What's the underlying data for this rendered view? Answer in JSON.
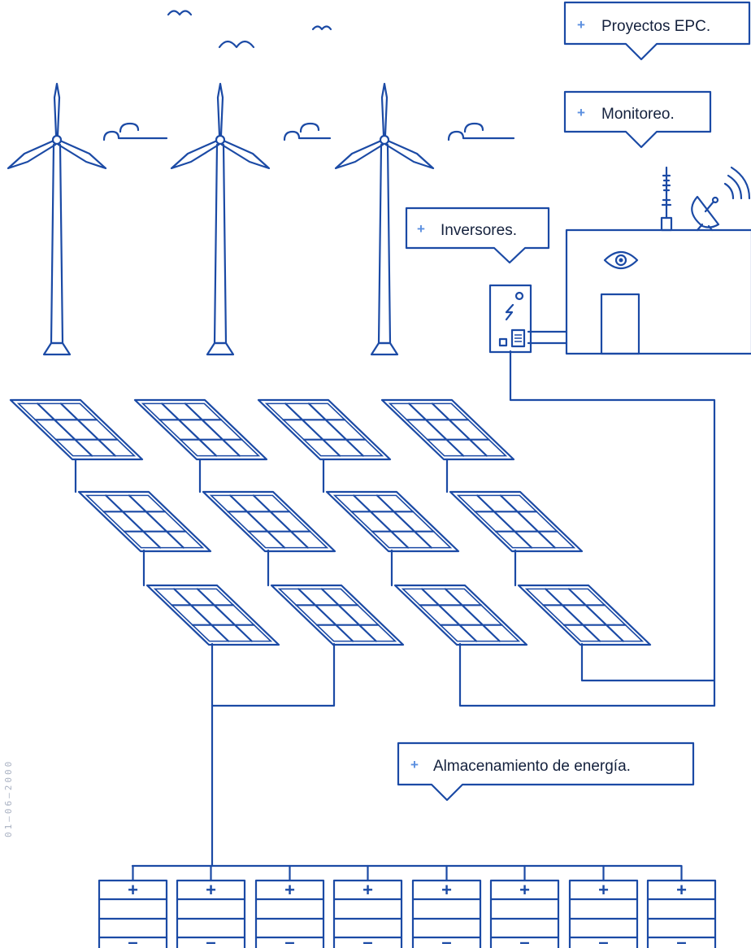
{
  "callouts": {
    "epc": {
      "plus": "+",
      "label": "Proyectos EPC."
    },
    "monitoring": {
      "plus": "+",
      "label": "Monitoreo."
    },
    "inverters": {
      "plus": "+",
      "label": "Inversores."
    },
    "storage": {
      "plus": "+",
      "label": "Almacenamiento de energía."
    }
  },
  "date_stamp": "01–06–2000",
  "battery": {
    "positive_sign": "+",
    "negative_sign": "–"
  },
  "counts_note": "",
  "colors": {
    "line": "#1b4aa5",
    "text": "#14213d",
    "plus": "#5b8fe0",
    "stamp": "#a9b1c2"
  },
  "icons": [
    "wind-turbine-icon",
    "bird-icon",
    "wind-gust-icon",
    "solar-panel-icon",
    "inverter-icon",
    "antenna-icon",
    "satellite-dish-icon",
    "eye-icon",
    "battery-icon"
  ]
}
